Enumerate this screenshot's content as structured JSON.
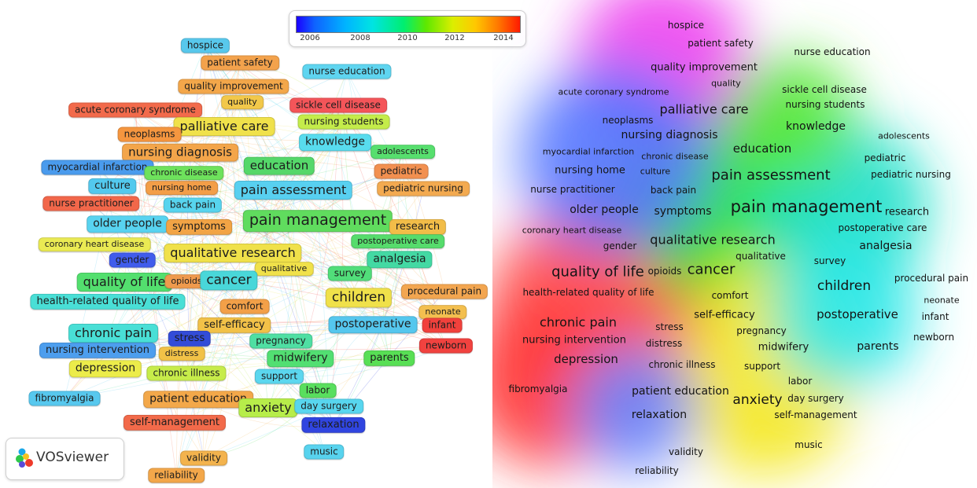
{
  "legend": {
    "ticks": [
      "2006",
      "2008",
      "2010",
      "2012",
      "2014"
    ]
  },
  "logo": {
    "name": "VOSviewer"
  },
  "overlay_nodes": [
    {
      "label": "hospice",
      "c": "#58c8ec"
    },
    {
      "label": "patient safety",
      "c": "#f3a24c"
    },
    {
      "label": "quality improvement",
      "c": "#f3a74a"
    },
    {
      "label": "nurse education",
      "c": "#5fd5f0"
    },
    {
      "label": "quality",
      "c": "#f2c84a"
    },
    {
      "label": "acute coronary syndrome",
      "c": "#f26a4b"
    },
    {
      "label": "sickle cell disease",
      "c": "#f45559"
    },
    {
      "label": "palliative care",
      "c": "#f0e14a"
    },
    {
      "label": "nursing students",
      "c": "#c4ec4a"
    },
    {
      "label": "neoplasms",
      "c": "#f5963f"
    },
    {
      "label": "nursing diagnosis",
      "c": "#f3a54a"
    },
    {
      "label": "knowledge",
      "c": "#58dcee"
    },
    {
      "label": "adolescents",
      "c": "#57df6e"
    },
    {
      "label": "myocardial infarction",
      "c": "#4a9bed"
    },
    {
      "label": "chronic disease",
      "c": "#6ee25c"
    },
    {
      "label": "education",
      "c": "#55d86a"
    },
    {
      "label": "pediatric",
      "c": "#f29050"
    },
    {
      "label": "culture",
      "c": "#53c9ee"
    },
    {
      "label": "nursing home",
      "c": "#f39e48"
    },
    {
      "label": "pain assessment",
      "c": "#58d0f0"
    },
    {
      "label": "pediatric nursing",
      "c": "#f3aa50"
    },
    {
      "label": "nurse practitioner",
      "c": "#f2674a"
    },
    {
      "label": "back pain",
      "c": "#57d4ee"
    },
    {
      "label": "pain management",
      "c": "#60dc5e"
    },
    {
      "label": "research",
      "c": "#f2bd48"
    },
    {
      "label": "older people",
      "c": "#58d3f0"
    },
    {
      "label": "symptoms",
      "c": "#f2a445"
    },
    {
      "label": "postoperative care",
      "c": "#56dc6c"
    },
    {
      "label": "coronary heart disease",
      "c": "#eaea53"
    },
    {
      "label": "qualitative research",
      "c": "#f0e14a"
    },
    {
      "label": "gender",
      "c": "#405cec"
    },
    {
      "label": "analgesia",
      "c": "#43d9a3"
    },
    {
      "label": "qualitative",
      "c": "#f0e14a"
    },
    {
      "label": "quality of life",
      "c": "#53df6e"
    },
    {
      "label": "opioids",
      "c": "#ef9a4d"
    },
    {
      "label": "cancer",
      "c": "#49d7d9"
    },
    {
      "label": "survey",
      "c": "#51de7a"
    },
    {
      "label": "children",
      "c": "#f0e14a"
    },
    {
      "label": "procedural pain",
      "c": "#f3a650"
    },
    {
      "label": "health-related quality of life",
      "c": "#49dfd6"
    },
    {
      "label": "comfort",
      "c": "#f3a048"
    },
    {
      "label": "neonate",
      "c": "#f3bf4f"
    },
    {
      "label": "self-efficacy",
      "c": "#f2c148"
    },
    {
      "label": "postoperative",
      "c": "#55c7ee"
    },
    {
      "label": "infant",
      "c": "#f1413c"
    },
    {
      "label": "chronic pain",
      "c": "#49dfd6"
    },
    {
      "label": "stress",
      "c": "#334cd8"
    },
    {
      "label": "pregnancy",
      "c": "#4fdfa3"
    },
    {
      "label": "distress",
      "c": "#f2c247"
    },
    {
      "label": "newborn",
      "c": "#f1423f"
    },
    {
      "label": "nursing intervention",
      "c": "#4d9eee"
    },
    {
      "label": "midwifery",
      "c": "#52df72"
    },
    {
      "label": "parents",
      "c": "#58df55"
    },
    {
      "label": "depression",
      "c": "#ecec4a"
    },
    {
      "label": "chronic illness",
      "c": "#c7ec4a"
    },
    {
      "label": "support",
      "c": "#5bd7ef"
    },
    {
      "label": "labor",
      "c": "#59df5e"
    },
    {
      "label": "fibromyalgia",
      "c": "#57c8ee"
    },
    {
      "label": "patient education",
      "c": "#f3a84a"
    },
    {
      "label": "anxiety",
      "c": "#b7ed4a"
    },
    {
      "label": "day surgery",
      "c": "#58d6ef"
    },
    {
      "label": "self-management",
      "c": "#f26a4a"
    },
    {
      "label": "relaxation",
      "c": "#3045e0"
    },
    {
      "label": "validity",
      "c": "#f3b34d"
    },
    {
      "label": "music",
      "c": "#58d3ee"
    },
    {
      "label": "reliability",
      "c": "#f3a74a"
    }
  ],
  "density_blobs": [
    {
      "c": "#ff4d4d"
    },
    {
      "c": "#ff3d3d"
    },
    {
      "c": "#ff5555"
    },
    {
      "c": "#1fe01f"
    },
    {
      "c": "#36e036"
    },
    {
      "c": "#1ee0ca"
    },
    {
      "c": "#f4e81e"
    },
    {
      "c": "#f7ea30"
    },
    {
      "c": "#ee44f0"
    },
    {
      "c": "#5577ff"
    },
    {
      "c": "#6a87ff"
    },
    {
      "c": "#2de8e8"
    },
    {
      "c": "#5ae83a"
    }
  ],
  "density_labels": [
    {
      "label": "hospice"
    },
    {
      "label": "patient safety"
    },
    {
      "label": "quality improvement"
    },
    {
      "label": "nurse education"
    },
    {
      "label": "quality"
    },
    {
      "label": "acute coronary syndrome"
    },
    {
      "label": "sickle cell disease"
    },
    {
      "label": "palliative care"
    },
    {
      "label": "nursing students"
    },
    {
      "label": "neoplasms"
    },
    {
      "label": "knowledge"
    },
    {
      "label": "nursing diagnosis"
    },
    {
      "label": "adolescents"
    },
    {
      "label": "myocardial infarction"
    },
    {
      "label": "chronic disease"
    },
    {
      "label": "education"
    },
    {
      "label": "pediatric"
    },
    {
      "label": "nursing home"
    },
    {
      "label": "culture"
    },
    {
      "label": "pain assessment"
    },
    {
      "label": "pediatric nursing"
    },
    {
      "label": "nurse practitioner"
    },
    {
      "label": "back pain"
    },
    {
      "label": "pain management"
    },
    {
      "label": "research"
    },
    {
      "label": "older people"
    },
    {
      "label": "symptoms"
    },
    {
      "label": "coronary heart disease"
    },
    {
      "label": "postoperative care"
    },
    {
      "label": "qualitative research"
    },
    {
      "label": "gender"
    },
    {
      "label": "analgesia"
    },
    {
      "label": "qualitative"
    },
    {
      "label": "survey"
    },
    {
      "label": "quality of life"
    },
    {
      "label": "opioids"
    },
    {
      "label": "cancer"
    },
    {
      "label": "children"
    },
    {
      "label": "procedural pain"
    },
    {
      "label": "health-related quality of life"
    },
    {
      "label": "comfort"
    },
    {
      "label": "neonate"
    },
    {
      "label": "self-efficacy"
    },
    {
      "label": "postoperative"
    },
    {
      "label": "infant"
    },
    {
      "label": "chronic pain"
    },
    {
      "label": "stress"
    },
    {
      "label": "pregnancy"
    },
    {
      "label": "newborn"
    },
    {
      "label": "nursing intervention"
    },
    {
      "label": "distress"
    },
    {
      "label": "midwifery"
    },
    {
      "label": "parents"
    },
    {
      "label": "depression"
    },
    {
      "label": "chronic illness"
    },
    {
      "label": "support"
    },
    {
      "label": "labor"
    },
    {
      "label": "fibromyalgia"
    },
    {
      "label": "patient education"
    },
    {
      "label": "anxiety"
    },
    {
      "label": "day surgery"
    },
    {
      "label": "relaxation"
    },
    {
      "label": "self-management"
    },
    {
      "label": "music"
    },
    {
      "label": "validity"
    },
    {
      "label": "reliability"
    }
  ]
}
